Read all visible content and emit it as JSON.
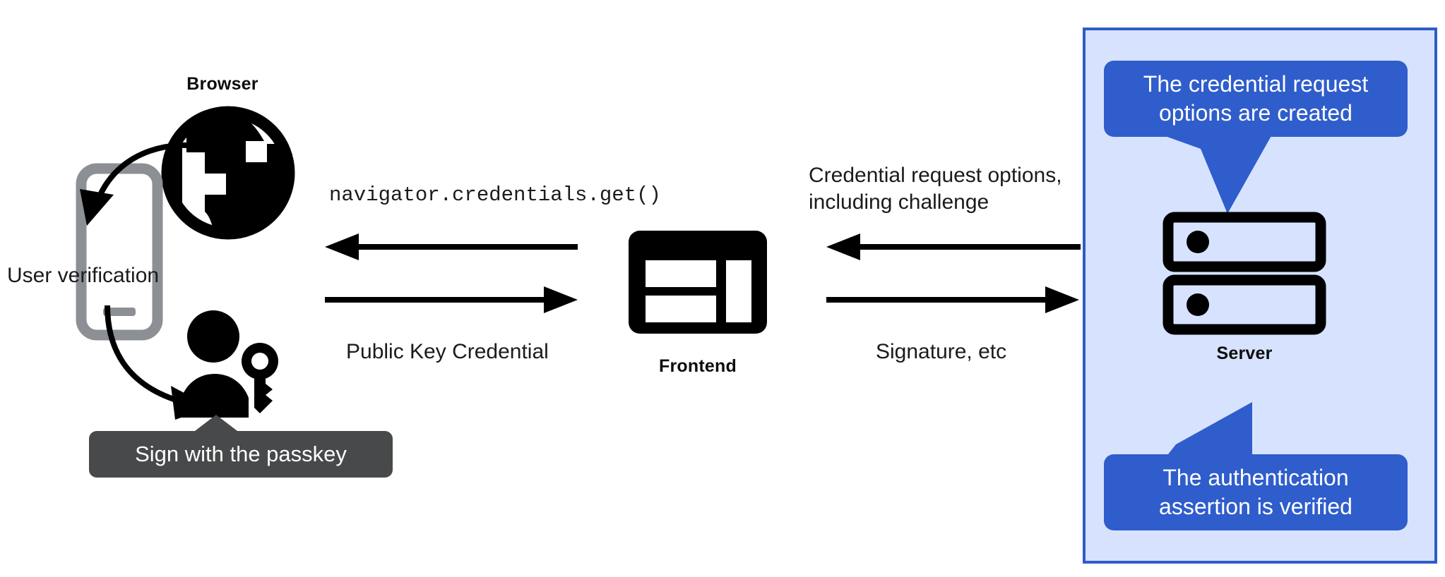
{
  "diagram": {
    "title": "WebAuthn passkey authentication flow",
    "colors": {
      "panel_background": "#d7e3fe",
      "panel_border": "#2e5cc8",
      "callout_blue": "#2f5dcc",
      "tooltip_gray": "#48494a",
      "icon_black": "#000000",
      "phone_gray": "#8c9094",
      "text_black": "#1b1b1b"
    },
    "nodes": {
      "browser": {
        "label": "Browser",
        "icon": "globe-icon"
      },
      "phone": {
        "icon": "smartphone-icon"
      },
      "user": {
        "icon": "person-with-key-icon"
      },
      "frontend": {
        "label": "Frontend",
        "icon": "web-layout-icon"
      },
      "server": {
        "label": "Server",
        "icon": "server-rack-icon"
      }
    },
    "annotations": {
      "user_verification": "User verification",
      "passkey_tooltip": "Sign with the passkey"
    },
    "messages": {
      "browser_to_frontend_request": "navigator.credentials.get()",
      "frontend_to_browser_response": "Public Key Credential",
      "server_to_frontend": "Credential request options,\nincluding challenge",
      "frontend_to_server": "Signature, etc"
    },
    "callouts": [
      {
        "id": "credential-options",
        "text": "The credential request\noptions are created"
      },
      {
        "id": "assertion-verified",
        "text": "The authentication\nassertion is verified"
      }
    ]
  }
}
